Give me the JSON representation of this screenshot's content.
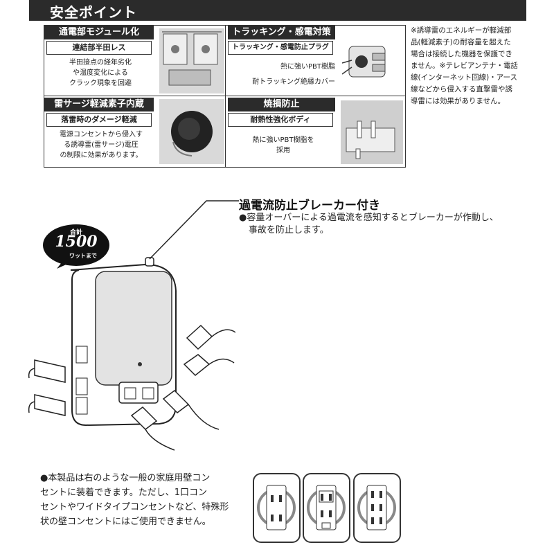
{
  "header": {
    "title": "安全ポイント"
  },
  "cells": [
    {
      "title": "通電部モジュール化",
      "subtitle": "連結部半田レス",
      "desc": [
        "半田接点の経年劣化",
        "や温度変化による",
        "クラック現象を回避"
      ]
    },
    {
      "title": "トラッキング・感電対策",
      "subtitle": "トラッキング・感電防止プラグ",
      "labels": [
        "熱に強いPBT樹脂",
        "耐トラッキング絶縁カバー"
      ]
    },
    {
      "title": "雷サージ軽減素子内蔵",
      "subtitle": "落雷時のダメージ軽減",
      "desc": [
        "電源コンセントから侵入す",
        "る誘導雷(雷サージ)電圧",
        "の制限に効果があります。"
      ]
    },
    {
      "title": "焼損防止",
      "subtitle": "耐熱性強化ボディ",
      "desc": [
        "熱に強いPBT樹脂を",
        "採用"
      ]
    }
  ],
  "note": {
    "lines": [
      "※誘導雷のエネルギーが軽減部",
      "品(軽減素子)の耐容量を超えた",
      "場合は接続した機器を保護でき",
      "ません。※テレビアンテナ・電話",
      "線(インターネット回線)・アース",
      "線などから侵入する直撃雷や誘",
      "導雷には効果がありません。"
    ]
  },
  "badge": {
    "top": "合計",
    "value": "1500",
    "unit": "ワットまで"
  },
  "callout": {
    "title": "過電流防止ブレーカー付き",
    "lines": [
      "●容量オーバーによる過電流を感知するとブレーカーが作動し、",
      "事故を防止します。"
    ]
  },
  "bottom_note": {
    "lines": [
      "●本製品は右のような一般の家庭用壁コン",
      "セントに装着できます。ただし、1口コン",
      "セントやワイドタイプコンセントなど、特殊形",
      "状の壁コンセントにはご使用できません。"
    ]
  },
  "colors": {
    "dark": "#2b2b2b",
    "photo_gray": "#cfcfcf",
    "line": "#333333"
  }
}
